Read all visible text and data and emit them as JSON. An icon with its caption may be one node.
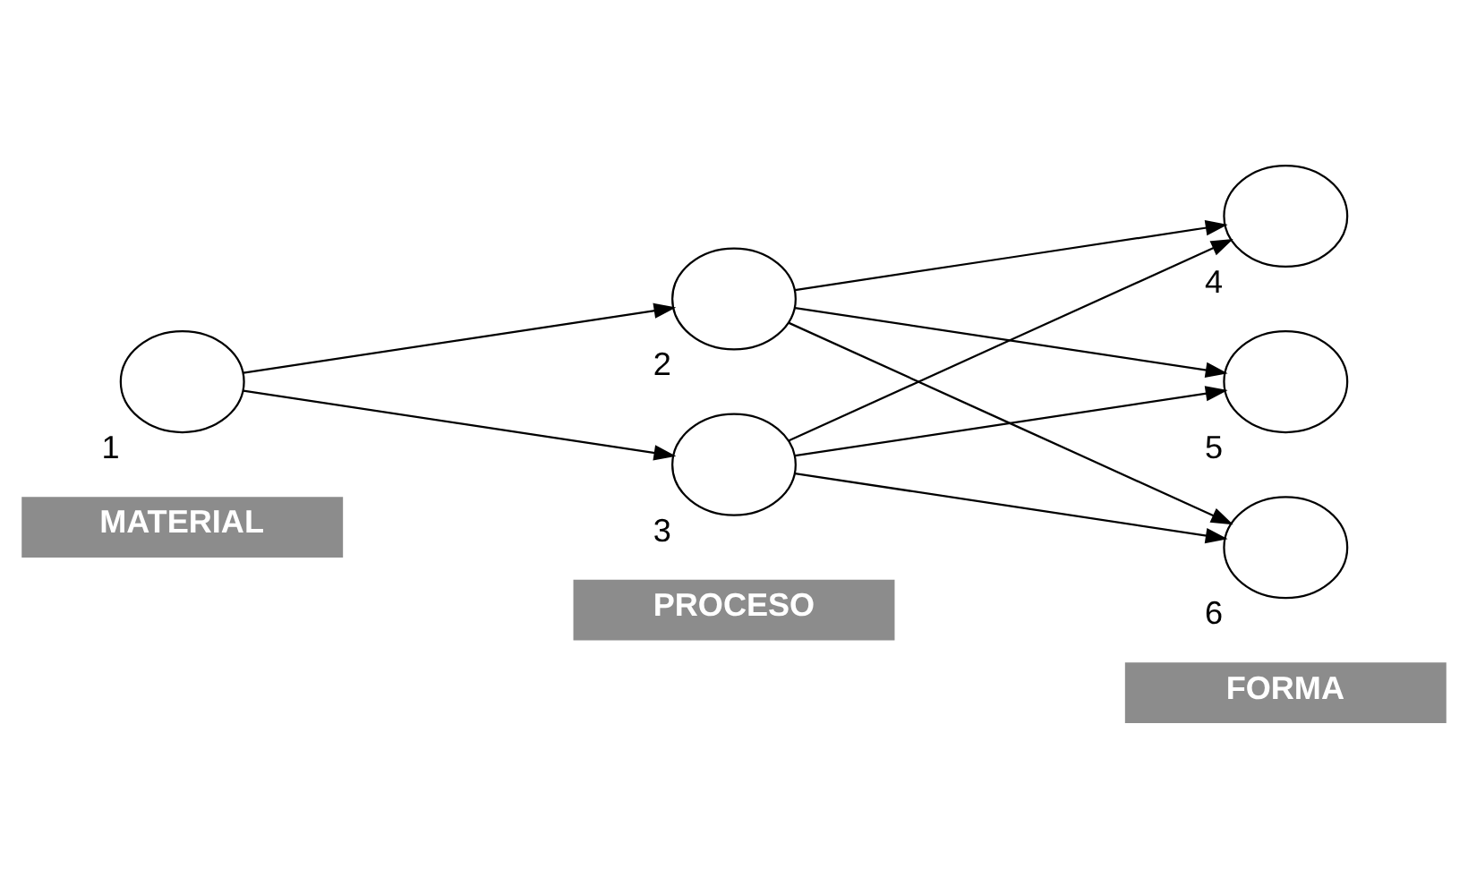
{
  "diagram": {
    "nodes": [
      {
        "text": [
          "MATERIAL"
        ]
      },
      {
        "text": [
          "PROCESO"
        ]
      },
      {
        "text": [
          "FORMA"
        ]
      },
      {
        "text": [
          "1"
        ]
      },
      {
        "text": [
          "2"
        ]
      },
      {
        "text": [
          "3"
        ]
      },
      {
        "text": [
          "4"
        ]
      },
      {
        "text": [
          "5"
        ]
      },
      {
        "text": [
          "6"
        ]
      }
    ],
    "edges": [
      {
        "from": 3,
        "to": 4,
        "arrow": "to"
      },
      {
        "from": 3,
        "to": 5,
        "arrow": "to"
      },
      {
        "from": 4,
        "to": 6,
        "arrow": "to"
      },
      {
        "from": 4,
        "to": 7,
        "arrow": "to"
      },
      {
        "from": 4,
        "to": 8,
        "arrow": "to"
      },
      {
        "from": 5,
        "to": 6,
        "arrow": "to"
      },
      {
        "from": 5,
        "to": 7,
        "arrow": "to"
      },
      {
        "from": 5,
        "to": 8,
        "arrow": "to"
      }
    ]
  }
}
